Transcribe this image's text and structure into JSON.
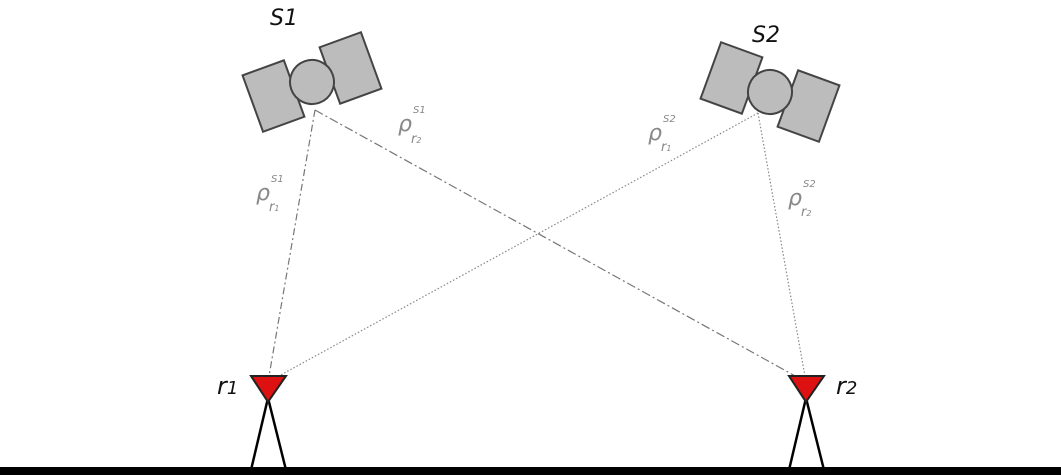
{
  "satellites": [
    {
      "id": "s1",
      "label_main": "S",
      "label_idx": "1"
    },
    {
      "id": "s2",
      "label_main": "S",
      "label_idx": "2"
    }
  ],
  "receivers": [
    {
      "id": "r1",
      "label_main": "r",
      "label_idx": "1"
    },
    {
      "id": "r2",
      "label_main": "r",
      "label_idx": "2"
    }
  ],
  "ranges": [
    {
      "id": "rho-s1-r1",
      "symbol": "ρ",
      "sat": "s1",
      "rcv": "r1",
      "sat_sub": "1",
      "rcv_sub": "1"
    },
    {
      "id": "rho-s1-r2",
      "symbol": "ρ",
      "sat": "s1",
      "rcv": "r2",
      "sat_sub": "1",
      "rcv_sub": "2"
    },
    {
      "id": "rho-s2-r1",
      "symbol": "ρ",
      "sat": "s2",
      "rcv": "r1",
      "sat_sub": "2",
      "rcv_sub": "1"
    },
    {
      "id": "rho-s2-r2",
      "symbol": "ρ",
      "sat": "s2",
      "rcv": "r2",
      "sat_sub": "2",
      "rcv_sub": "2"
    }
  ],
  "colors": {
    "satellite_fill": "#bcbcbc",
    "satellite_stroke": "#444444",
    "receiver_fill": "#dd1111",
    "ground": "#000000",
    "range_line": "#777777"
  }
}
